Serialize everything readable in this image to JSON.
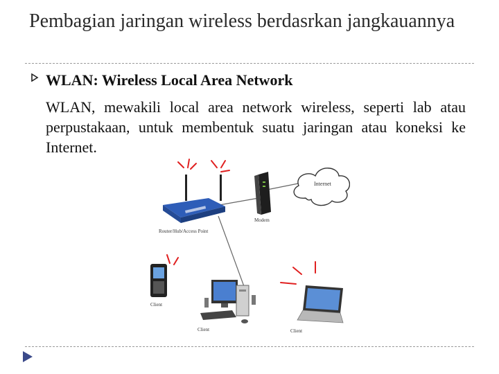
{
  "slide": {
    "title": "Pembagian jaringan wireless berdasrkan jangkauannya",
    "bullet_heading": "WLAN: Wireless Local Area Network",
    "bullet_text": "WLAN, mewakili local area network wireless, seperti lab atau perpustakaan, untuk membentuk suatu jaringan atau koneksi ke Internet."
  },
  "diagram": {
    "labels": {
      "internet": "Internet",
      "modem": "Modem",
      "router": "Router/Hub/Access Point",
      "client_phone": "Client",
      "client_desktop": "Client",
      "client_laptop": "Client"
    },
    "icons": [
      "router-icon",
      "modem-icon",
      "internet-cloud-icon",
      "phone-icon",
      "desktop-computer-icon",
      "laptop-icon"
    ]
  },
  "colors": {
    "title_text": "#2a2a2a",
    "accent_arrow": "#3b4a8a",
    "signal_red": "#e02020",
    "router_blue": "#2e5db8"
  }
}
